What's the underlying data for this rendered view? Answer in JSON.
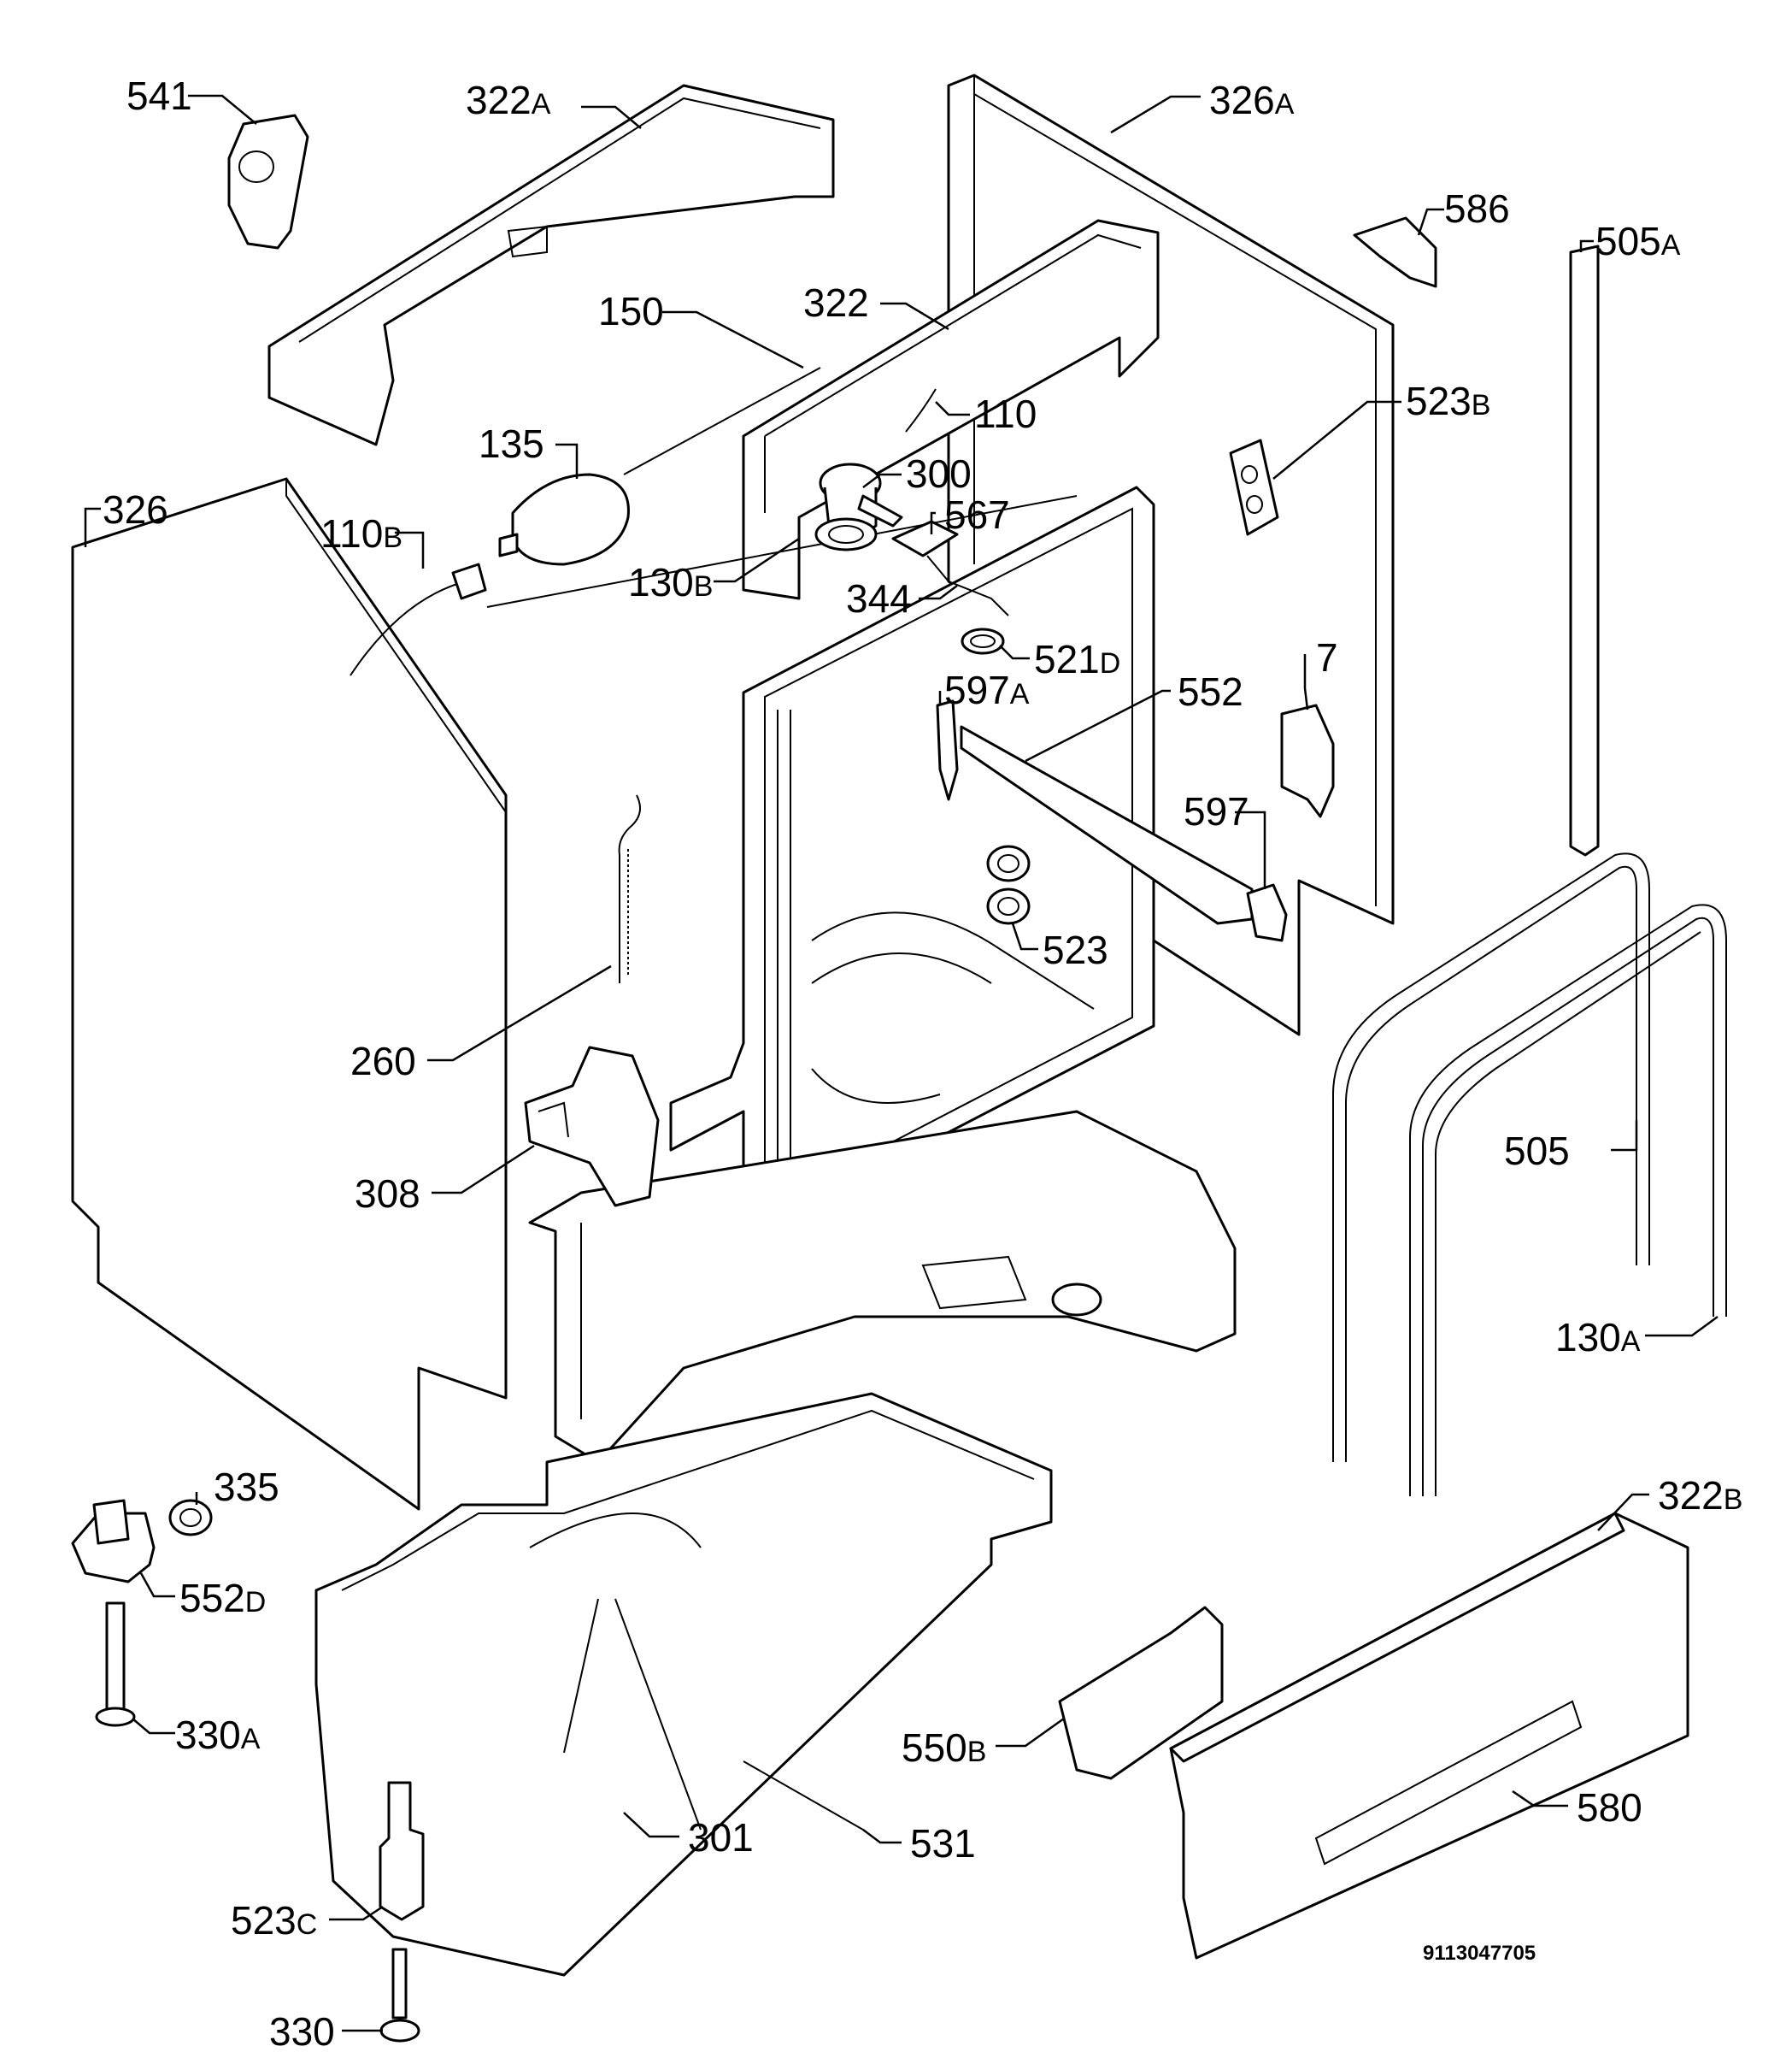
{
  "labels": [
    {
      "num": "541",
      "sfx": ""
    },
    {
      "num": "322",
      "sfx": "A"
    },
    {
      "num": "326",
      "sfx": "A"
    },
    {
      "num": "586",
      "sfx": ""
    },
    {
      "num": "505",
      "sfx": "A"
    },
    {
      "num": "150",
      "sfx": ""
    },
    {
      "num": "322",
      "sfx": ""
    },
    {
      "num": "110",
      "sfx": ""
    },
    {
      "num": "523",
      "sfx": "B"
    },
    {
      "num": "135",
      "sfx": ""
    },
    {
      "num": "300",
      "sfx": ""
    },
    {
      "num": "326",
      "sfx": ""
    },
    {
      "num": "567",
      "sfx": ""
    },
    {
      "num": "110",
      "sfx": "B"
    },
    {
      "num": "130",
      "sfx": "B"
    },
    {
      "num": "344",
      "sfx": ""
    },
    {
      "num": "521",
      "sfx": "D"
    },
    {
      "num": "7",
      "sfx": ""
    },
    {
      "num": "597",
      "sfx": "A"
    },
    {
      "num": "552",
      "sfx": ""
    },
    {
      "num": "597",
      "sfx": ""
    },
    {
      "num": "523",
      "sfx": ""
    },
    {
      "num": "260",
      "sfx": ""
    },
    {
      "num": "505",
      "sfx": ""
    },
    {
      "num": "308",
      "sfx": ""
    },
    {
      "num": "130",
      "sfx": "A"
    },
    {
      "num": "335",
      "sfx": ""
    },
    {
      "num": "322",
      "sfx": "B"
    },
    {
      "num": "552",
      "sfx": "D"
    },
    {
      "num": "330",
      "sfx": "A"
    },
    {
      "num": "550",
      "sfx": "B"
    },
    {
      "num": "580",
      "sfx": ""
    },
    {
      "num": "301",
      "sfx": ""
    },
    {
      "num": "531",
      "sfx": ""
    },
    {
      "num": "523",
      "sfx": "C"
    },
    {
      "num": "330",
      "sfx": ""
    }
  ],
  "drawing_code": "9113047705"
}
